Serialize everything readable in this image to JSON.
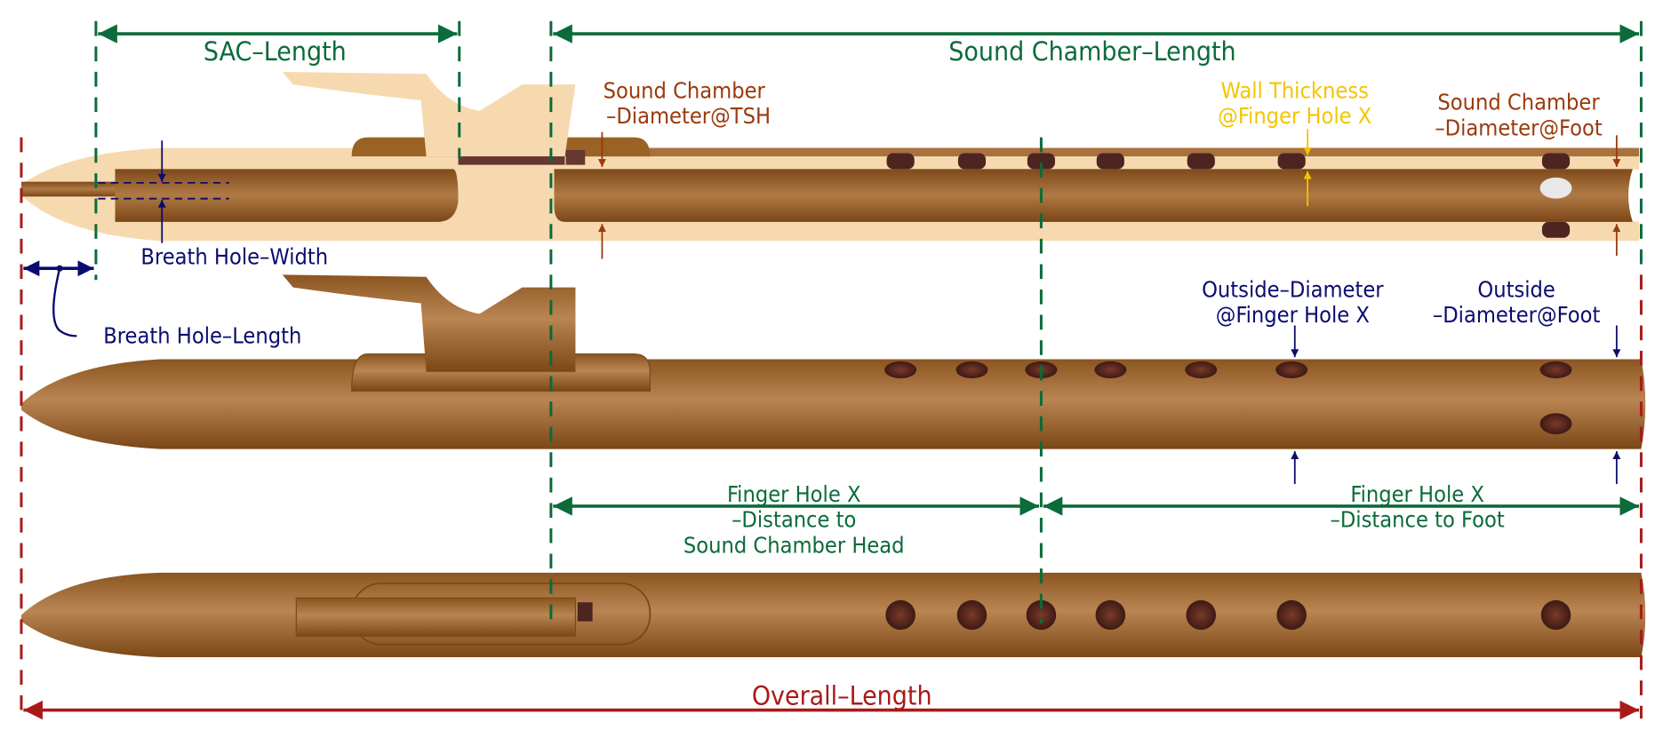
{
  "title": "Flute dimension diagram",
  "labels": {
    "sac_length": "SAC–Length",
    "sound_chamber_length": "Sound Chamber–Length",
    "sc_diameter_tsh_1": "Sound Chamber",
    "sc_diameter_tsh_2": "–Diameter@TSH",
    "wall_thickness_1": "Wall Thickness",
    "wall_thickness_2": "@Finger Hole X",
    "sc_diameter_foot_1": "Sound Chamber",
    "sc_diameter_foot_2": "–Diameter@Foot",
    "breath_hole_width": "Breath Hole–Width",
    "breath_hole_length": "Breath Hole–Length",
    "outside_diameter_fhx_1": "Outside–Diameter",
    "outside_diameter_fhx_2": "@Finger Hole X",
    "outside_diameter_foot_1": "Outside",
    "outside_diameter_foot_2": "–Diameter@Foot",
    "fhx_to_head_1": "Finger Hole X",
    "fhx_to_head_2": "–Distance to",
    "fhx_to_head_3": "Sound Chamber Head",
    "fhx_to_foot_1": "Finger Hole X",
    "fhx_to_foot_2": "–Distance to Foot",
    "overall_length": "Overall–Length"
  },
  "colors": {
    "green": "#0b6b3a",
    "red": "#a81a1a",
    "brown": "#9a3a0c",
    "navy": "#0c0c6e",
    "yellow": "#f5c400",
    "wood": "#b07a45",
    "light_wood": "#f7d9b0"
  }
}
